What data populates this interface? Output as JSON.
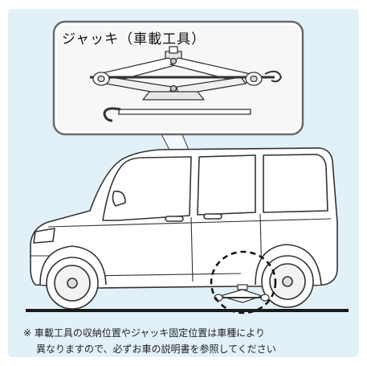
{
  "callout": {
    "title": "ジャッキ（車載工具）"
  },
  "note": {
    "line1": "※ 車載工具の収納位置やジャッキ固定位置は車種により",
    "line2": "異なりますので、必ずお車の説明書を参照してください"
  },
  "colors": {
    "panel_background": "#e2f1f8",
    "callout_background": "#f7f7f7",
    "outline": "#333333",
    "ground": "#1a1a1a",
    "highlight_circle": "#111111"
  },
  "icons": {
    "jack": "scissor-jack-icon",
    "jack_handle": "jack-handle-icon",
    "car": "minivan-side-view-icon"
  }
}
